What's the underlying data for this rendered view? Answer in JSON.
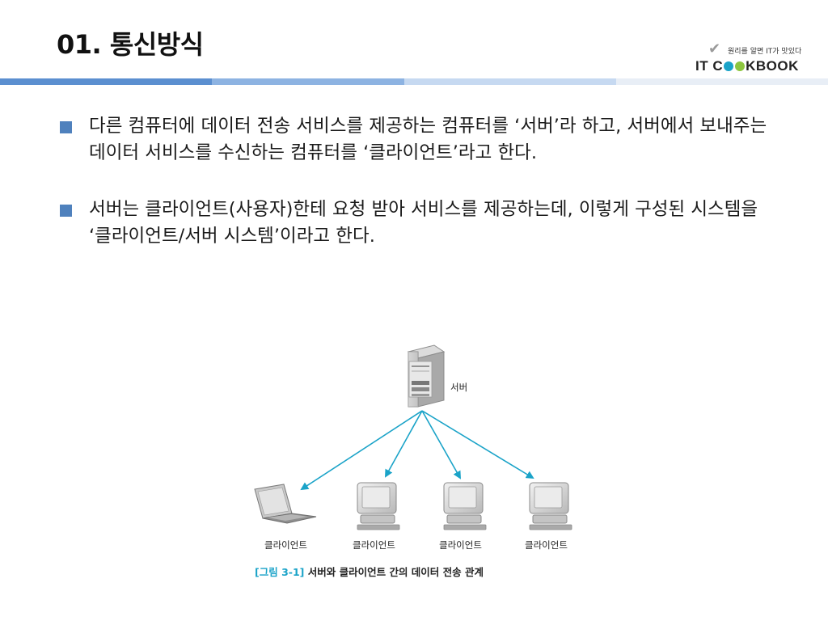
{
  "slide": {
    "title": "01. 통신방식"
  },
  "logo": {
    "tagline": "원리를 알면 IT가 맛있다",
    "brand_left": "IT C",
    "brand_right": "KBOOK",
    "dot_colors": [
      "#1aa3c8",
      "#8dc63f"
    ]
  },
  "colors": {
    "band": [
      "#5b8fd0",
      "#8db3e2",
      "#c6d9f1",
      "#e8eef6"
    ],
    "bullet": "#4f81bd",
    "arrow": "#1aa3c8"
  },
  "bullets": [
    {
      "text": "다른 컴퓨터에 데이터 전송 서비스를 제공하는 컴퓨터를 ‘서버’라 하고, 서버에서 보내주는 데이터 서비스를 수신하는 컴퓨터를 ‘클라이언트’라고 한다."
    },
    {
      "text": "서버는 클라이언트(사용자)한테 요청 받아 서비스를 제공하는데, 이렇게 구성된 시스템을 ‘클라이언트/서버 시스템’이라고 한다."
    }
  ],
  "figure": {
    "server_label": "서버",
    "client_labels": [
      "클라이언트",
      "클라이언트",
      "클라이언트",
      "클라이언트"
    ],
    "caption_no": "[그림 3-1]",
    "caption_text": "서버와 클라이언트 간의 데이터 전송 관계"
  }
}
